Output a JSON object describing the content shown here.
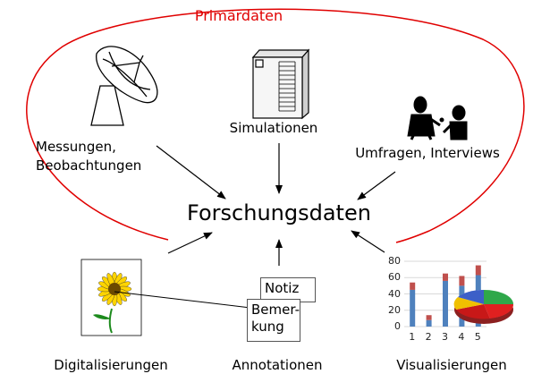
{
  "title": "Primärdaten",
  "center": "Forschungsdaten",
  "sources": {
    "measurements": {
      "line1": "Messungen,",
      "line2": "Beobachtungen",
      "icon": "satellite-dish-icon"
    },
    "simulations": {
      "label": "Simulationen",
      "icon": "server-icon"
    },
    "surveys": {
      "label": "Umfragen, Interviews",
      "icon": "interview-icon"
    }
  },
  "derived": {
    "digitization": {
      "label": "Digitalisierungen",
      "icon": "sunflower-icon"
    },
    "annotations": {
      "label": "Annotationen",
      "note_top": "Notiz",
      "note_bottom_1": "Bemer-",
      "note_bottom_2": "kung"
    },
    "visualizations": {
      "label": "Visualisierungen"
    }
  },
  "colors": {
    "ellipse": "#e00000",
    "bar_blue": "#4f81bd",
    "bar_red": "#c0504d"
  },
  "chart_data": {
    "type": "bar",
    "categories": [
      "1",
      "2",
      "3",
      "4",
      "5"
    ],
    "yticks": [
      "0",
      "20",
      "40",
      "60",
      "80"
    ],
    "ylim": [
      0,
      80
    ],
    "series": [
      {
        "values": [
          45,
          8,
          56,
          50,
          63
        ]
      },
      {
        "values": [
          9,
          6,
          9,
          12,
          12
        ]
      }
    ]
  }
}
